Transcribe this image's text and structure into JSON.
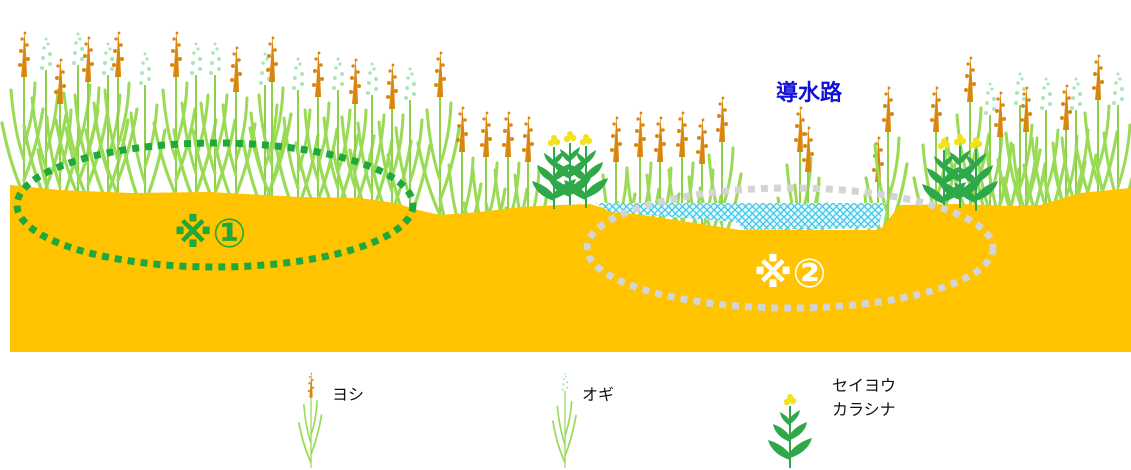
{
  "colors": {
    "soil": "#FFC300",
    "water": "#3FC7E8",
    "reed_stem": "#8DD04A",
    "reed_leaf": "#9ADB55",
    "reed_head": "#D9860F",
    "wheat_head": "#A8E6B8",
    "mustard_flower": "#F2E21A",
    "zone1_outline": "#1FA83C",
    "zone2_outline": "#D4D4D4",
    "channel_label": "#1010D8"
  },
  "icons": {
    "reed": "reed-plant-icon",
    "wheat": "wheat-plant-icon",
    "mustard": "mustard-plant-icon"
  },
  "diagram": {
    "channel_label": "導水路",
    "zone1_label": "※①",
    "zone2_label": "※②"
  },
  "legend": {
    "reed": "ヨシ",
    "wheat": "オギ",
    "mustard_line1": "セイヨウ",
    "mustard_line2": "カラシナ"
  }
}
